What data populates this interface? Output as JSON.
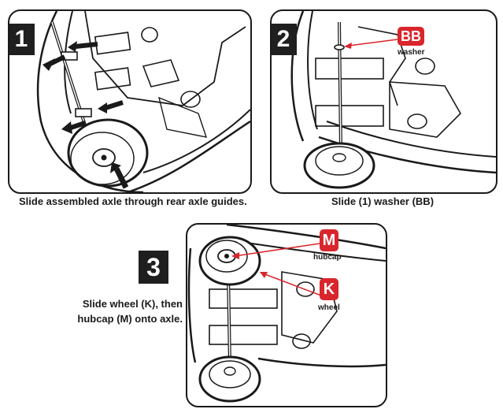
{
  "steps": [
    {
      "number": "1",
      "caption": "Slide assembled axle through rear axle guides."
    },
    {
      "number": "2",
      "caption": "Slide (1) washer (BB)",
      "part_code": "BB",
      "part_name": "washer"
    },
    {
      "number": "3",
      "caption_line1": "Slide wheel (K), then",
      "caption_line2": "hubcap (M) onto axle.",
      "parts": [
        {
          "code": "M",
          "name": "hubcap"
        },
        {
          "code": "K",
          "name": "wheel"
        }
      ]
    }
  ],
  "colors": {
    "accent": "#d9262c",
    "ink": "#1a1a1a",
    "step_box": "#1f1f1f"
  }
}
